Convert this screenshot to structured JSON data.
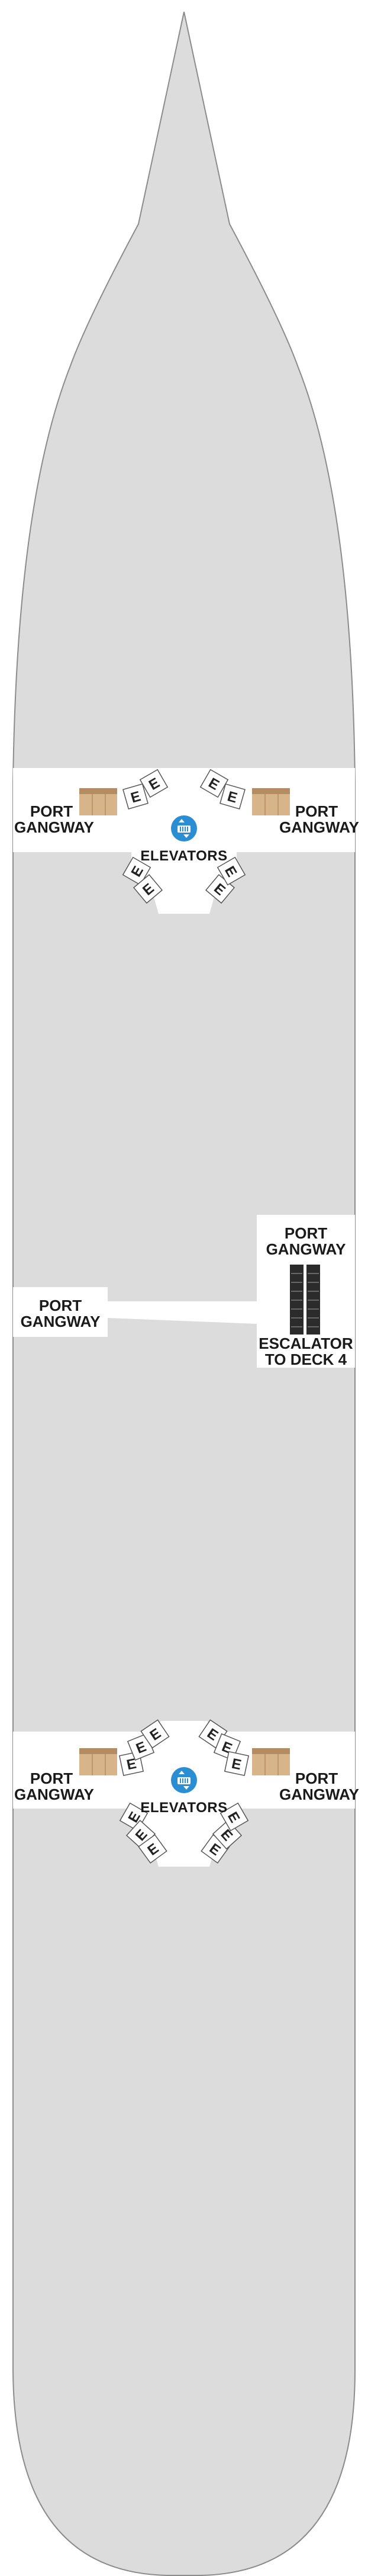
{
  "colors": {
    "hull": "#dcdcdc",
    "hull_stroke": "#8c8c8c",
    "white": "#ffffff",
    "crate": "#d8b48a",
    "crate_dark": "#b48c64",
    "icon_blue": "#2c8ed2",
    "escalator": "#2b2b2b"
  },
  "icons": {
    "elevator": "elevator-icon",
    "escalator": "escalator-icon",
    "crate": "crate-icon"
  },
  "elevator_glyph": "E",
  "labels": {
    "fwd_port_left": "PORT\nGANGWAY",
    "fwd_port_right": "PORT\nGANGWAY",
    "fwd_elevators": "ELEVATORS",
    "mid_port_left": "PORT\nGANGWAY",
    "mid_port_right": "PORT\nGANGWAY",
    "escalator": "ESCALATOR\nTO DECK 4",
    "aft_port_left": "PORT\nGANGWAY",
    "aft_port_right": "PORT\nGANGWAY",
    "aft_elevators": "ELEVATORS"
  }
}
